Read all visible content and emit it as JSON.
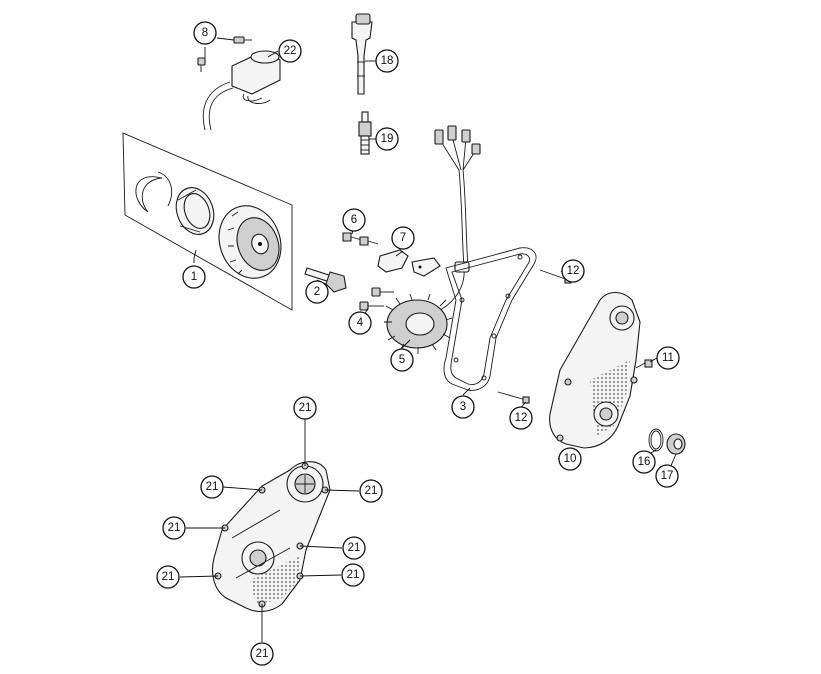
{
  "callouts": {
    "c1": "1",
    "c2": "2",
    "c3": "3",
    "c4": "4",
    "c5": "5",
    "c6": "6",
    "c7": "7",
    "c8": "8",
    "c10": "10",
    "c11": "11",
    "c12a": "12",
    "c12b": "12",
    "c16": "16",
    "c17": "17",
    "c18": "18",
    "c19": "19",
    "c21a": "21",
    "c21b": "21",
    "c21c": "21",
    "c21d": "21",
    "c21e": "21",
    "c21f": "21",
    "c21g": "21",
    "c21h": "21",
    "c22": "22"
  }
}
